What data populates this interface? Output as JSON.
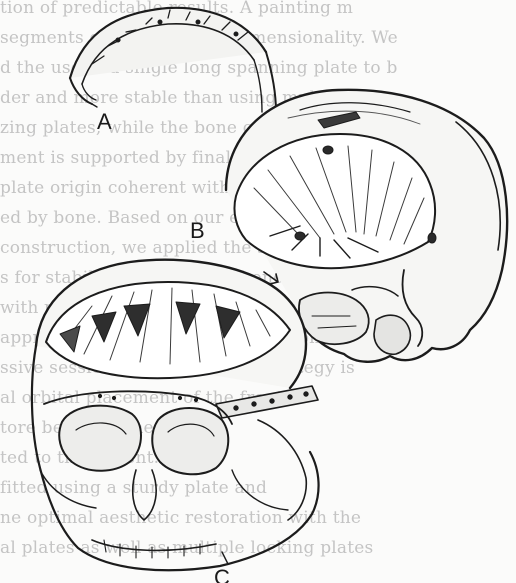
{
  "figure": {
    "panel_labels": {
      "a": "A",
      "b": "B",
      "c": "C"
    },
    "icons": [
      "titanium-mesh-plate",
      "skull-with-mesh-implant",
      "skull-with-fixation-plate"
    ]
  },
  "background_text": {
    "lines": [
      "tion of predictable results. A painting m",
      "segments of bone without dimensionality. We",
      "d the use of a single long spanning plate to b",
      "der and more stable than using multiple s",
      "zing plates, while the bone constructs",
      "ment is supported by final rehab reme",
      "plate origin coherent with device need dev",
      "ed by bone. Based on our experience in",
      "construction, we applied the sp",
      "s for stabilizing the orbital bone bone of",
      "with predictable contour and protection",
      "appropriate fixation ability. Additional to",
      "ssive sessions. The outcomes strategy is",
      "al orbital placement of the frontal",
      "tore be set as the anchor",
      "ted to the patient. The",
      "fitted using a sturdy plate and",
      "ne optimal aesthetic restoration with the",
      "al plates as well as multiple locking plates"
    ]
  }
}
